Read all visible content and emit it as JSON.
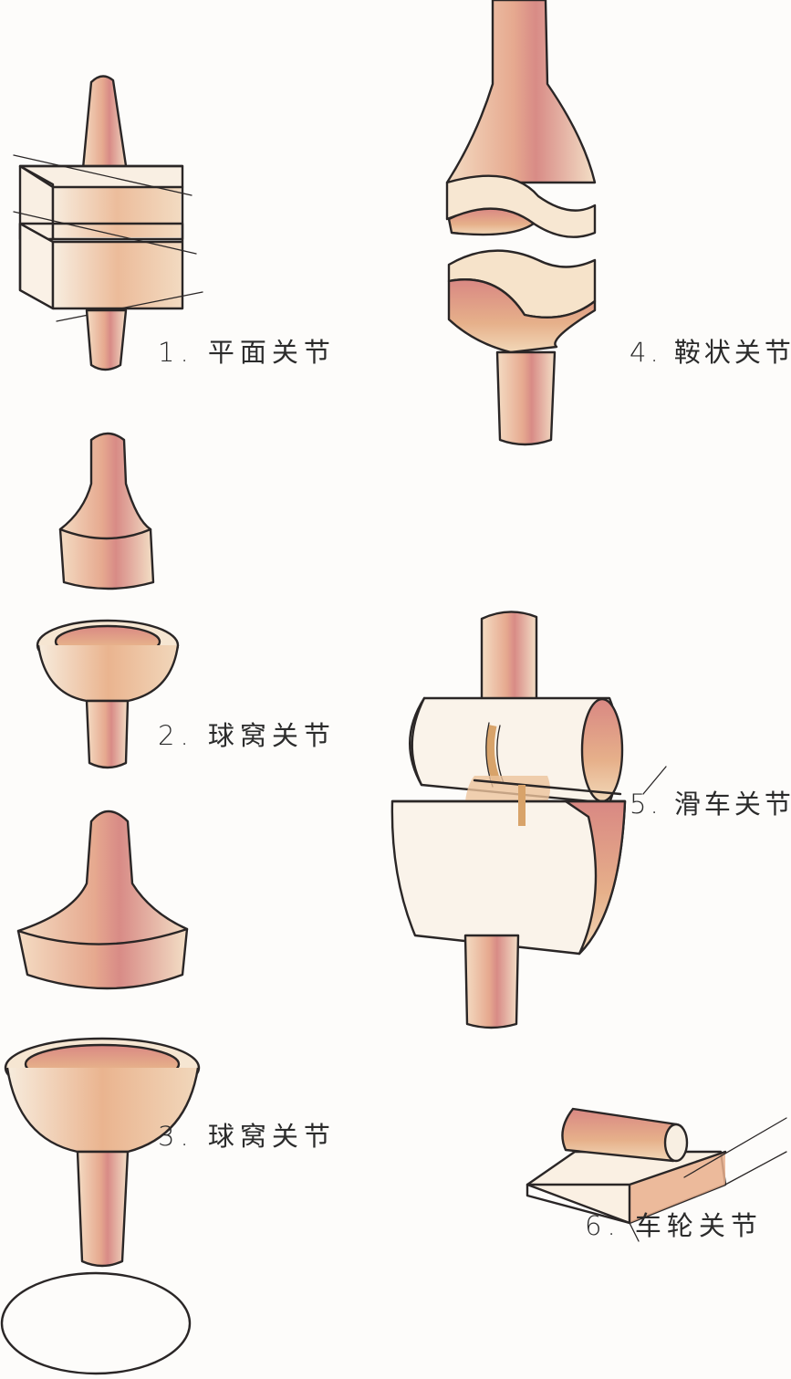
{
  "labels": {
    "joint_1": "1. 平面关节",
    "joint_2": "2. 球窝关节",
    "joint_3": "3. 球窝关节",
    "joint_4": "4. 鞍状关节",
    "joint_5": "5. 滑车关节",
    "joint_6": "6. 车轮关节"
  },
  "colors": {
    "background": "#fdfcfa",
    "outline": "#2a2626",
    "wood_light": "#f6e7d2",
    "wood_mid": "#e8b893",
    "wood_pink": "#d98b86"
  }
}
